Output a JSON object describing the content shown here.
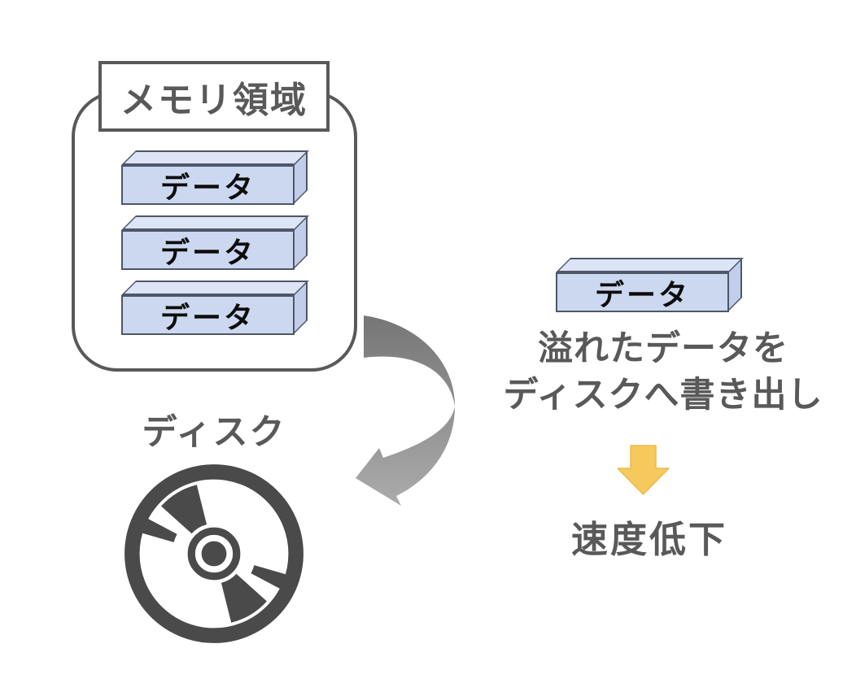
{
  "diagram": {
    "memory": {
      "title": "メモリ領域",
      "blocks": [
        "データ",
        "データ",
        "データ"
      ]
    },
    "disk": {
      "label": "ディスク"
    },
    "overflow": {
      "block_label": "データ",
      "caption_line1": "溢れたデータを",
      "caption_line2": "ディスクへ書き出し",
      "result": "速度低下"
    },
    "colors": {
      "outline_gray": "#595959",
      "block_front": "#ccd8f0",
      "block_top": "#dde4f5",
      "block_side": "#c2cee9",
      "block_border": "#4e5669",
      "block_text": "#0d0d0d",
      "curved_arrow_dark": "#767676",
      "curved_arrow_light": "#ababab",
      "down_arrow_yellow": "#f6c95c",
      "disk_icon": "#4a4a4a"
    },
    "icons": [
      "disk-icon",
      "curved-overflow-arrow-icon",
      "down-arrow-icon"
    ]
  }
}
